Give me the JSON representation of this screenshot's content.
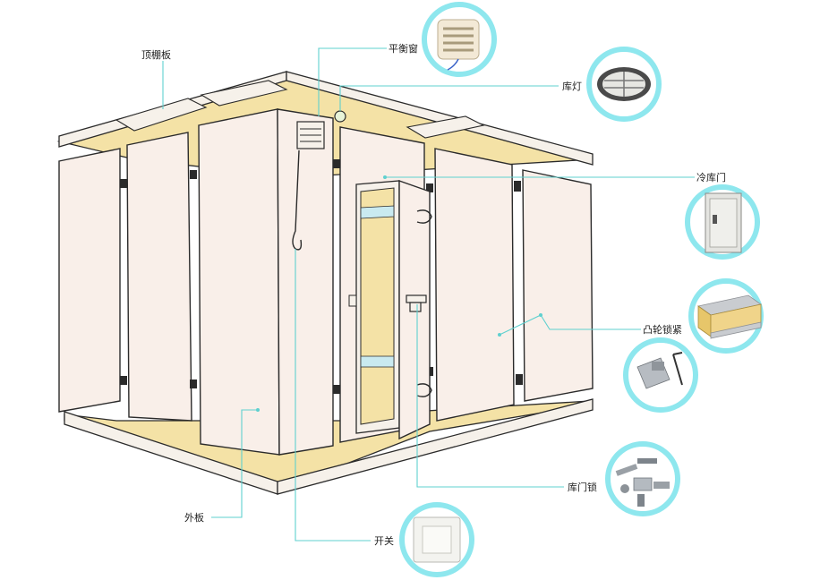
{
  "colors": {
    "panel": "#f9efe9",
    "insulation": "#f4e2a6",
    "trim": "#f6f1ea",
    "outline": "#2b2b2b",
    "leader": "#5fd0cf",
    "thumb_ring": "#8ee7ee"
  },
  "labels": {
    "top_panel": "顶棚板",
    "balance_window": "平衡窗",
    "lamp": "库灯",
    "cold_door": "冷库门",
    "cam_lock": "凸轮锁紧",
    "door_lock": "库门锁",
    "outer_panel": "外板",
    "switch": "开关"
  },
  "thumbnails": {
    "balance_window": "vent-grille-icon",
    "lamp": "bulkhead-lamp-icon",
    "cold_door": "cold-door-icon",
    "panel_section": "sandwich-panel-icon",
    "cam_lock": "cam-lock-icon",
    "door_lock": "door-lock-icon",
    "switch": "wall-switch-icon"
  }
}
